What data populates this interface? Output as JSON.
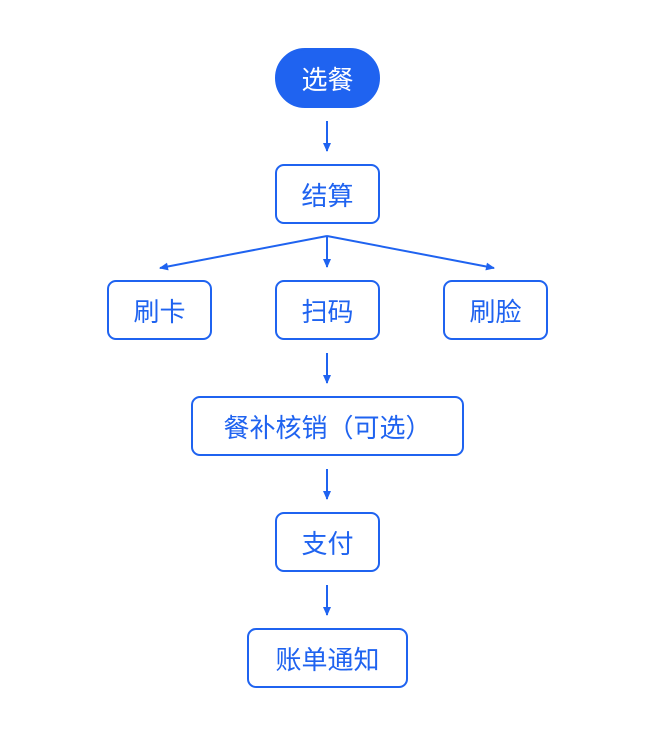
{
  "nodes": {
    "select_meal": "选餐",
    "checkout": "结算",
    "swipe_card": "刷卡",
    "scan_code": "扫码",
    "face_pay": "刷脸",
    "subsidy": "餐补核销（可选）",
    "pay": "支付",
    "bill_notice": "账单通知"
  },
  "colors": {
    "primary": "#1f63f0",
    "background": "#ffffff"
  }
}
